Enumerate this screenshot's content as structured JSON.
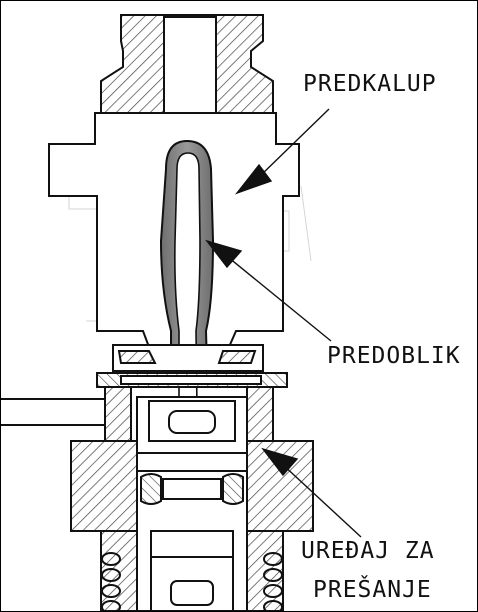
{
  "labels": {
    "predkalup": "PREDKALUP",
    "predoblik": "PREDOBLIK",
    "uredjaj_line1": "UREĐAJ ZA",
    "uredjaj_line2": "PREŠANJE"
  },
  "colors": {
    "ink": "#111111",
    "paper": "#ffffff",
    "hatch": "#555555",
    "parison": "#8a8a8a",
    "ghost": "#dadada"
  }
}
